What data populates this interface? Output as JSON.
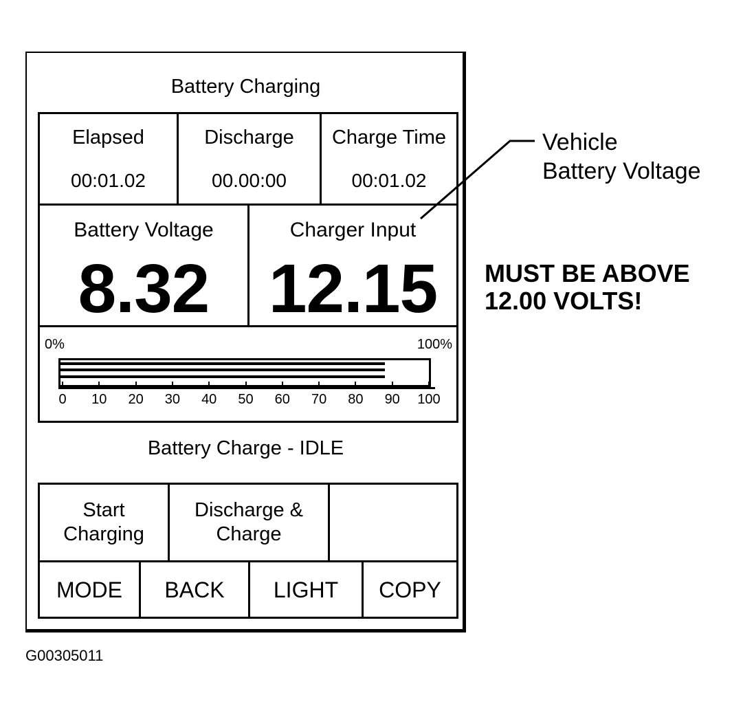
{
  "screen": {
    "title": "Battery Charging",
    "timers": [
      {
        "label": "Elapsed",
        "value": "00:01.02"
      },
      {
        "label": "Discharge",
        "value": "00.00:00"
      },
      {
        "label": "Charge Time",
        "value": "00:01.02"
      }
    ],
    "readings": {
      "battery_voltage": {
        "label": "Battery Voltage",
        "value": "8.32"
      },
      "charger_input": {
        "label": "Charger Input",
        "value": "12.15"
      }
    },
    "progress": {
      "min_label": "0%",
      "max_label": "100%",
      "fill_percent": 88,
      "scale_labels": [
        "0",
        "10",
        "20",
        "30",
        "40",
        "50",
        "60",
        "70",
        "80",
        "90",
        "100"
      ]
    },
    "status": "Battery Charge - IDLE",
    "actions": {
      "start_line1": "Start",
      "start_line2": "Charging",
      "discharge_line1": "Discharge &",
      "discharge_line2": "Charge"
    },
    "modes": {
      "mode": "MODE",
      "back": "BACK",
      "light": "LIGHT",
      "copy": "COPY"
    }
  },
  "annotations": {
    "callout_line1": "Vehicle",
    "callout_line2": "Battery Voltage",
    "warning_line1": "MUST BE ABOVE",
    "warning_line2": "12.00 VOLTS!"
  },
  "figure_id": "G00305011"
}
